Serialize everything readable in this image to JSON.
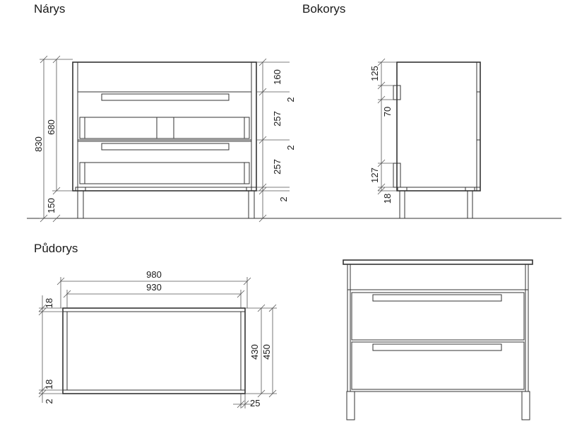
{
  "views": {
    "front": {
      "title": "Nárys"
    },
    "side": {
      "title": "Bokorys"
    },
    "plan": {
      "title": "Půdorys"
    }
  },
  "front_dims": {
    "total_height": "830",
    "body_height": "680",
    "leg_height": "150",
    "top_panel": "160",
    "drawer_1": "257",
    "drawer_2": "257",
    "gap_1": "2",
    "gap_2": "2",
    "gap_3": "2"
  },
  "side_dims": {
    "top": "125",
    "handle": "70",
    "bottom": "127",
    "base": "18"
  },
  "plan_dims": {
    "overall_width": "980",
    "inner_width": "930",
    "top_panel": "18",
    "bottom_panel": "18",
    "bottom_gap": "2",
    "inner_depth": "430",
    "overall_depth": "450",
    "side_offset": "25"
  }
}
